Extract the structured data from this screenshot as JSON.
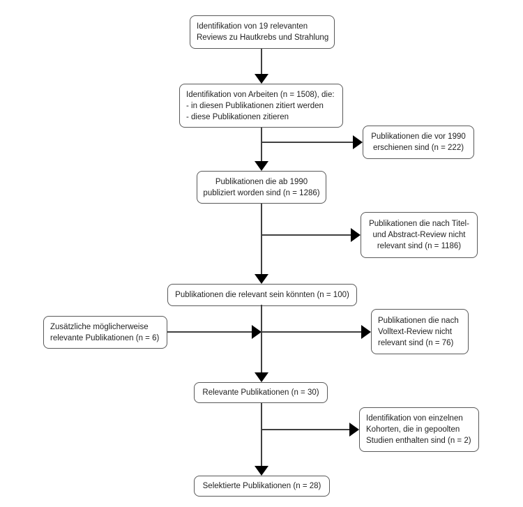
{
  "flow": {
    "title": "Publication selection flow diagram (skin cancer and radiation reviews)",
    "colors": {
      "background": "#ffffff",
      "node_border": "#595959",
      "connector_line": "#404040",
      "arrowhead": "#000000",
      "text": "#1f1f1f"
    },
    "nodes": {
      "start": {
        "lines": [
          "Identifikation von 19 relevanten",
          "Reviews zu Hautkrebs und Strahlung"
        ]
      },
      "works": {
        "lines": [
          "Identifikation von Arbeiten (n = 1508), die:",
          "- in diesen Publikationen zitiert werden",
          "- diese Publikationen zitieren"
        ]
      },
      "pre1990": {
        "lines": [
          "Publikationen die vor 1990",
          "erschienen sind (n = 222)"
        ]
      },
      "post1990": {
        "lines": [
          "Publikationen die ab 1990",
          "publiziert worden sind (n = 1286)"
        ]
      },
      "titleabs": {
        "lines": [
          "Publikationen die nach Titel-",
          "und Abstract-Review nicht",
          "relevant sind (n = 1186)"
        ]
      },
      "maybe": {
        "lines": [
          "Publikationen die relevant sein könnten (n = 100)"
        ]
      },
      "additional": {
        "lines": [
          "Zusätzliche möglicherweise",
          "relevante Publikationen (n = 6)"
        ]
      },
      "fulltext": {
        "lines": [
          "Publikationen die nach",
          "Volltext-Review nicht",
          "relevant sind (n = 76)"
        ]
      },
      "relevant": {
        "lines": [
          "Relevante Publikationen (n = 30)"
        ]
      },
      "cohorts": {
        "lines": [
          "Identifikation von einzelnen",
          "Kohorten, die in gepoolten",
          "Studien enthalten sind (n = 2)"
        ]
      },
      "selected": {
        "lines": [
          "Selektierte Publikationen (n = 28)"
        ]
      }
    }
  }
}
